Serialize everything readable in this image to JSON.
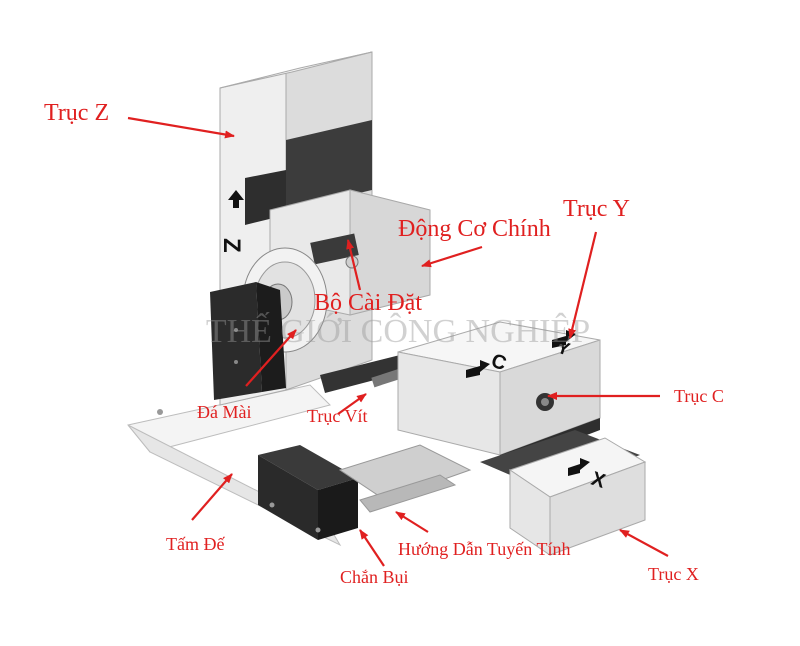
{
  "watermark": "THẾ GIỚI CÔNG NGHIỆP",
  "label_color": "#e02020",
  "engraved": {
    "z": "Z",
    "c": "C",
    "y": "Y",
    "x": "X"
  },
  "labels": {
    "truc_z": "Trục Z",
    "dong_co_chinh": "Động Cơ Chính",
    "truc_y": "Trục Y",
    "bo_cai_dat": "Bộ Cài Đặt",
    "da_mai": "Đá Mài",
    "truc_vit": "Trục Vít",
    "truc_c": "Trục C",
    "tam_de": "Tấm Đế",
    "huong_dan": "Hướng Dẫn Tuyến Tính",
    "chan_bui": "Chắn Bụi",
    "truc_x": "Trục X"
  }
}
